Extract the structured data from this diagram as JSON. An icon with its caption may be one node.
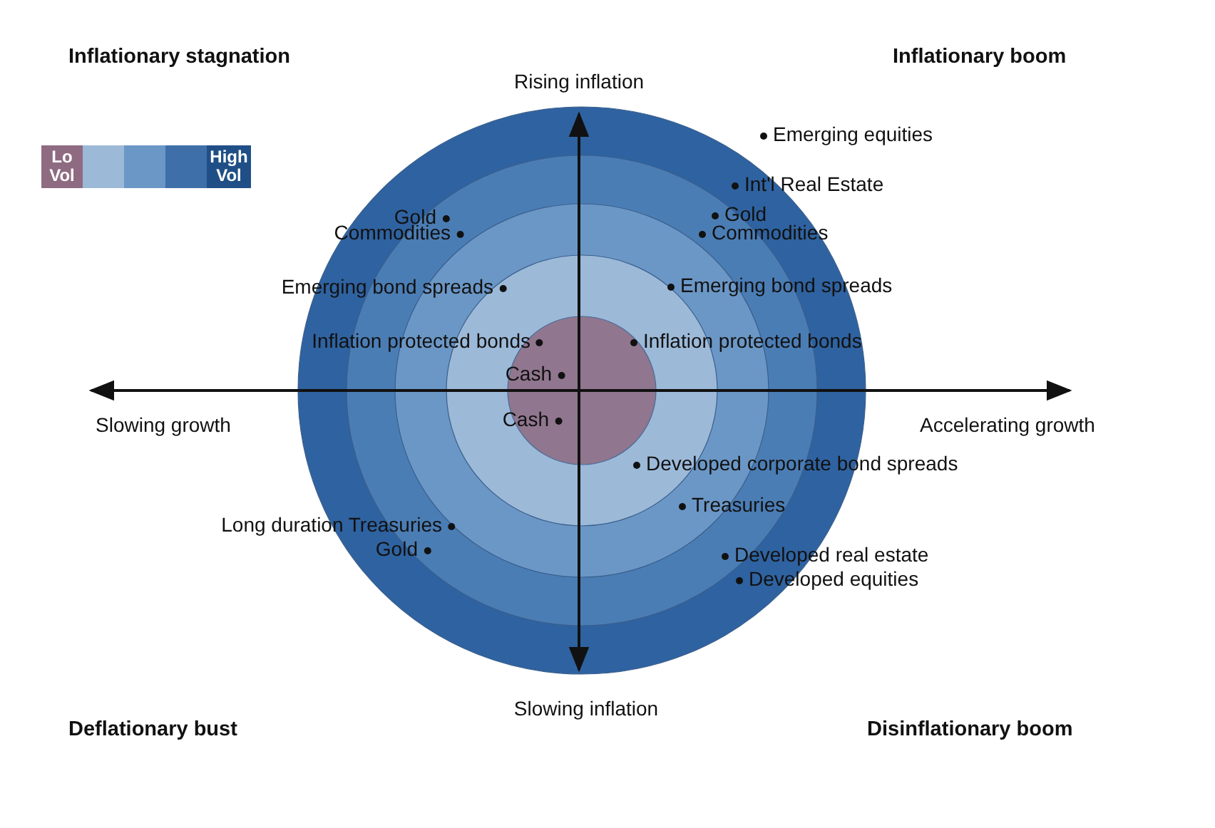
{
  "diagram": {
    "labels": [
      "Inflationary stagnation",
      "Rising inflation",
      "Inflationary boom",
      "Emerging equities",
      "Int'l Real Estate",
      "Gold",
      "Gold",
      "Commodities",
      "Commodities",
      "Emerging bond spreads",
      "Emerging bond spreads",
      "Inflation protected bonds",
      "Inflation protected bonds",
      "Cash",
      "Slowing growth",
      "Cash",
      "Accelerating growth",
      "Developed corporate bond spreads",
      "Treasuries",
      "Long duration Treasuries",
      "Gold",
      "Developed real estate",
      "Developed equities",
      "Slowing inflation",
      "Deflationary bust",
      "Disinflationary boom"
    ],
    "legend": [
      {
        "text": "Lo Vol",
        "color": "#8f6b82"
      },
      {
        "text": "High Vol",
        "color": "#1f4f86"
      }
    ]
  }
}
